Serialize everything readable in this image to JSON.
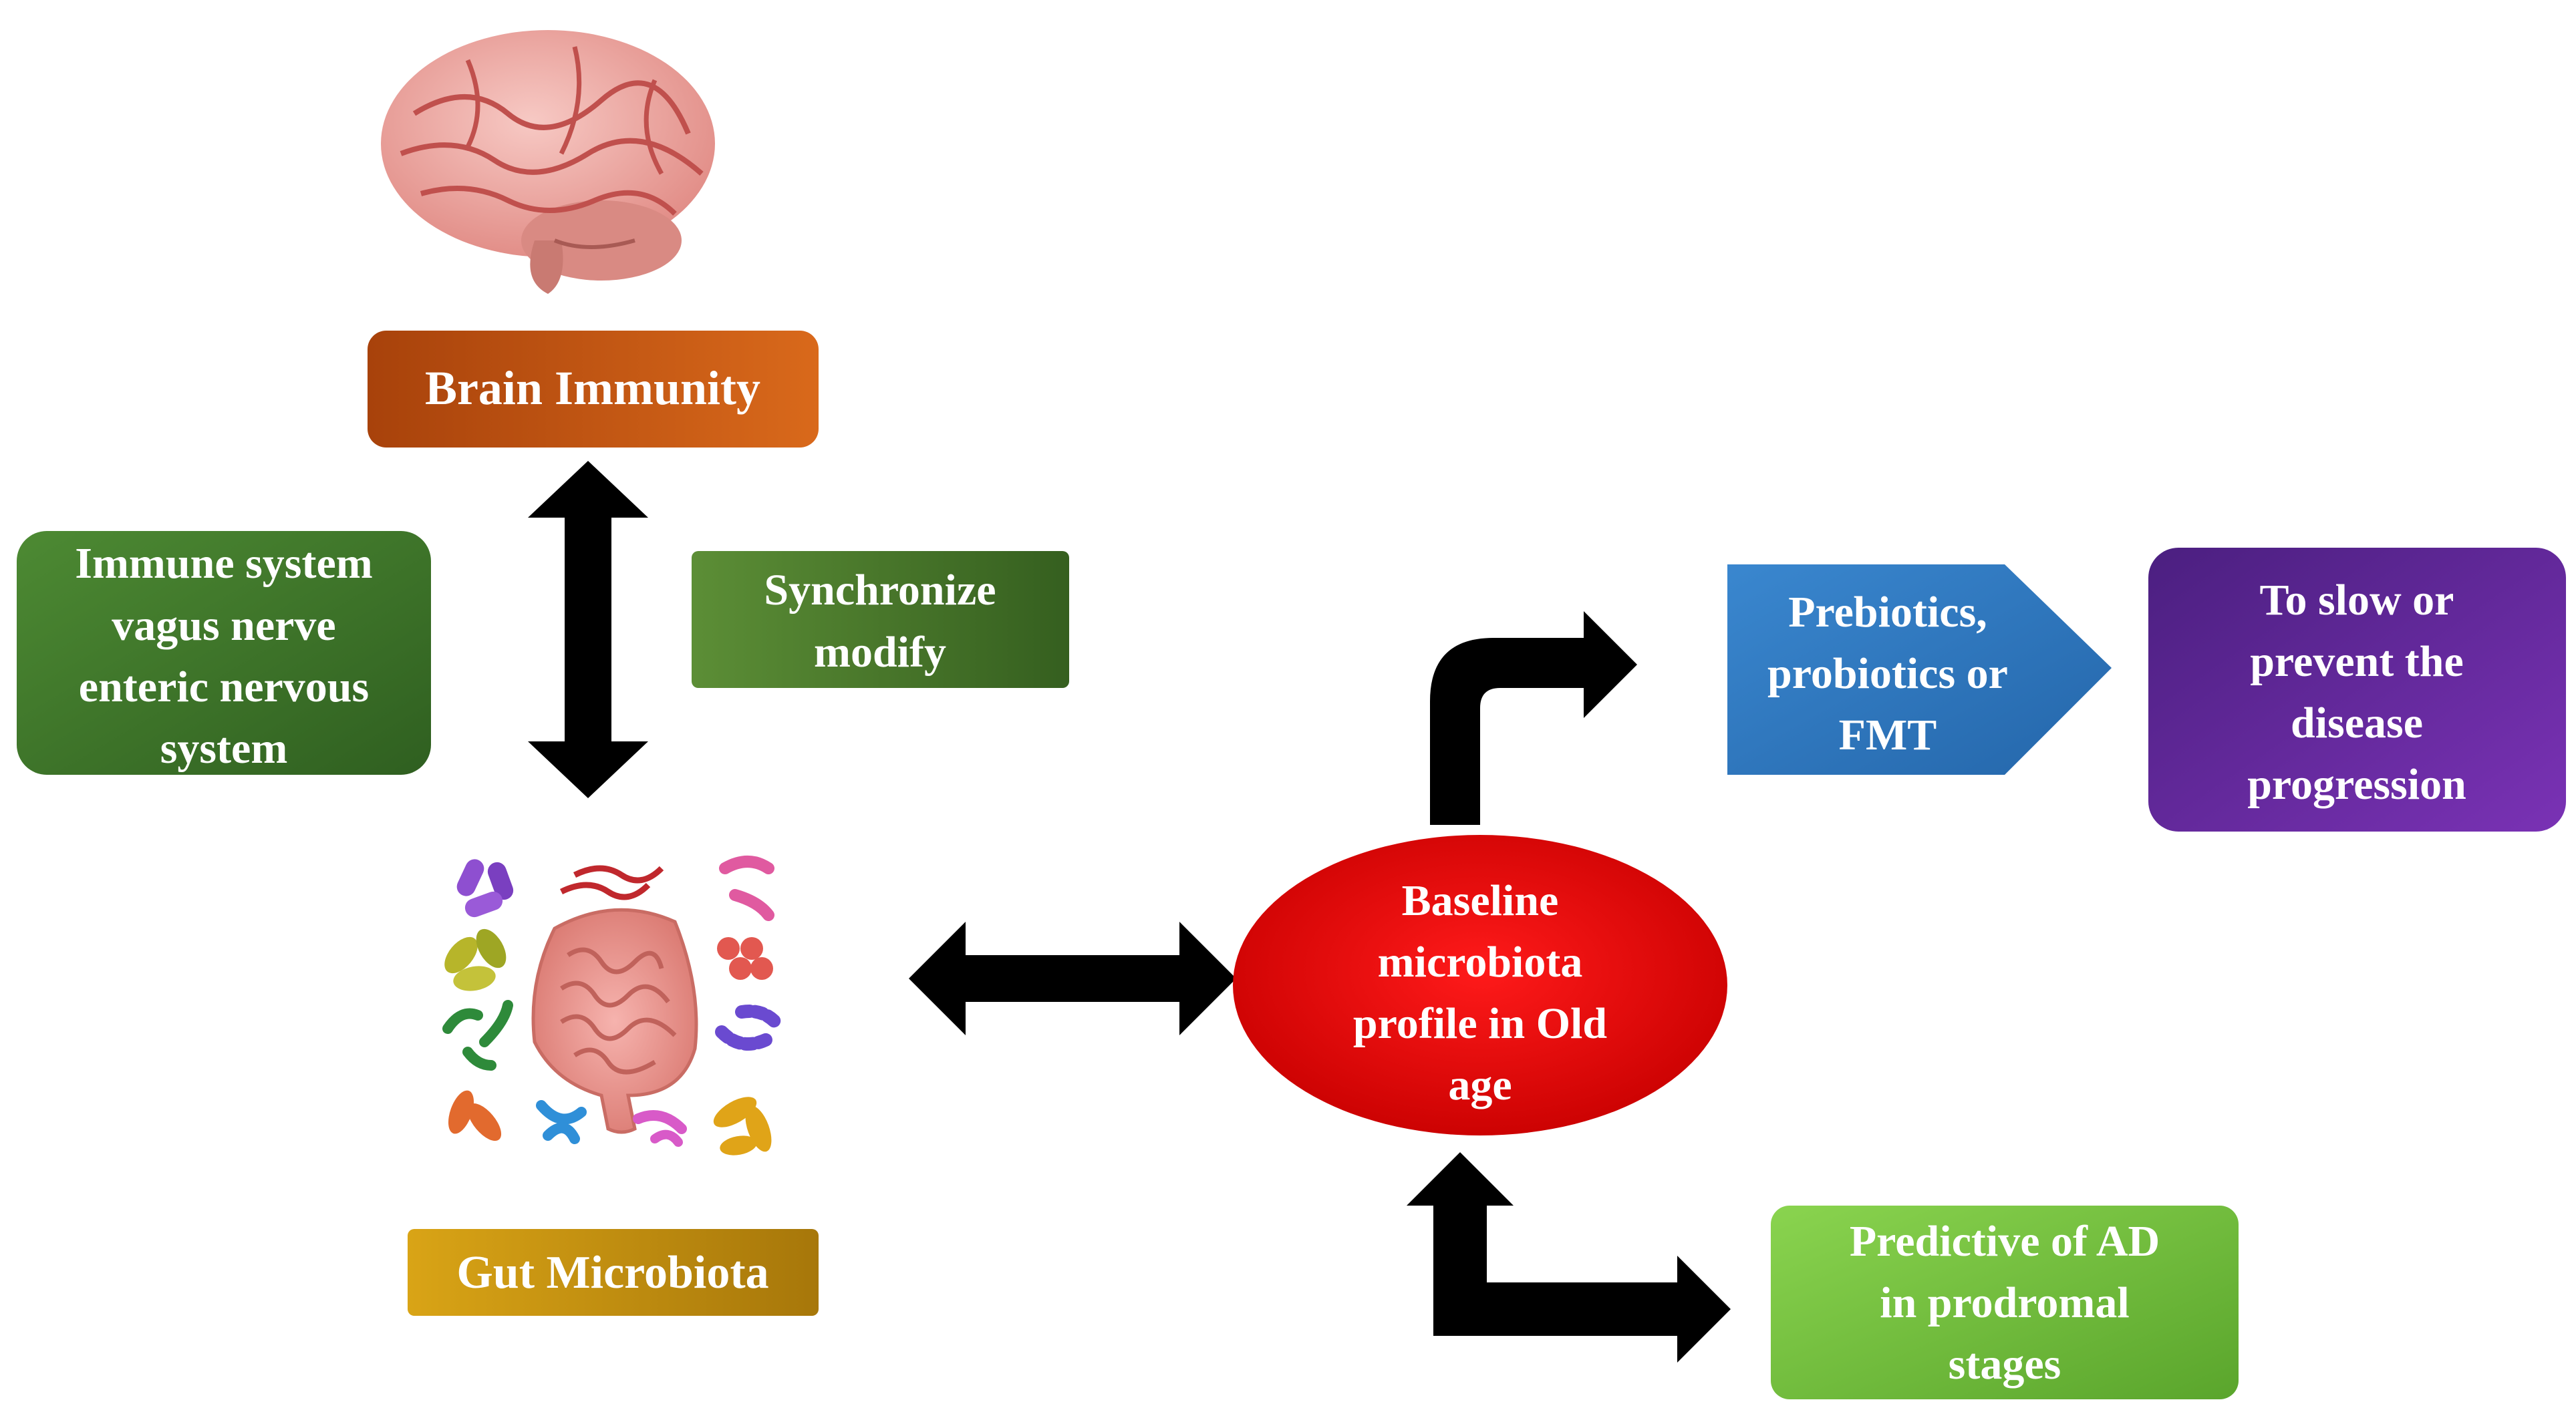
{
  "nodes": {
    "brain_immunity": {
      "label": "Brain Immunity"
    },
    "connection_routes": {
      "lines": [
        "Immune system",
        "vagus nerve",
        "enteric nervous",
        "system"
      ]
    },
    "synchronize": {
      "lines": [
        "Synchronize",
        "modify"
      ]
    },
    "gut_microbiota": {
      "label": "Gut Microbiota"
    },
    "baseline": {
      "lines": [
        "Baseline",
        "microbiota",
        "profile in Old",
        "age"
      ]
    },
    "interventions": {
      "lines": [
        "Prebiotics,",
        "probiotics or",
        "FMT"
      ]
    },
    "outcome": {
      "lines": [
        "To slow or",
        "prevent the",
        "disease",
        "progression"
      ]
    },
    "predictive": {
      "lines": [
        "Predictive of AD",
        "in prodromal",
        "stages"
      ]
    }
  },
  "icons": {
    "brain": "brain-icon",
    "gut": "intestine-icon",
    "microbes": "bacteria-icon"
  },
  "colors": {
    "brain_immunity": "#c1540f",
    "connection_routes": "#3f7a2a",
    "synchronize": "#4d7a2e",
    "gut_microbiota": "#c7930b",
    "baseline": "#e00000",
    "interventions": "#2f79bf",
    "outcome": "#6b2aa0",
    "predictive": "#72c23f",
    "arrows": "#000000"
  }
}
